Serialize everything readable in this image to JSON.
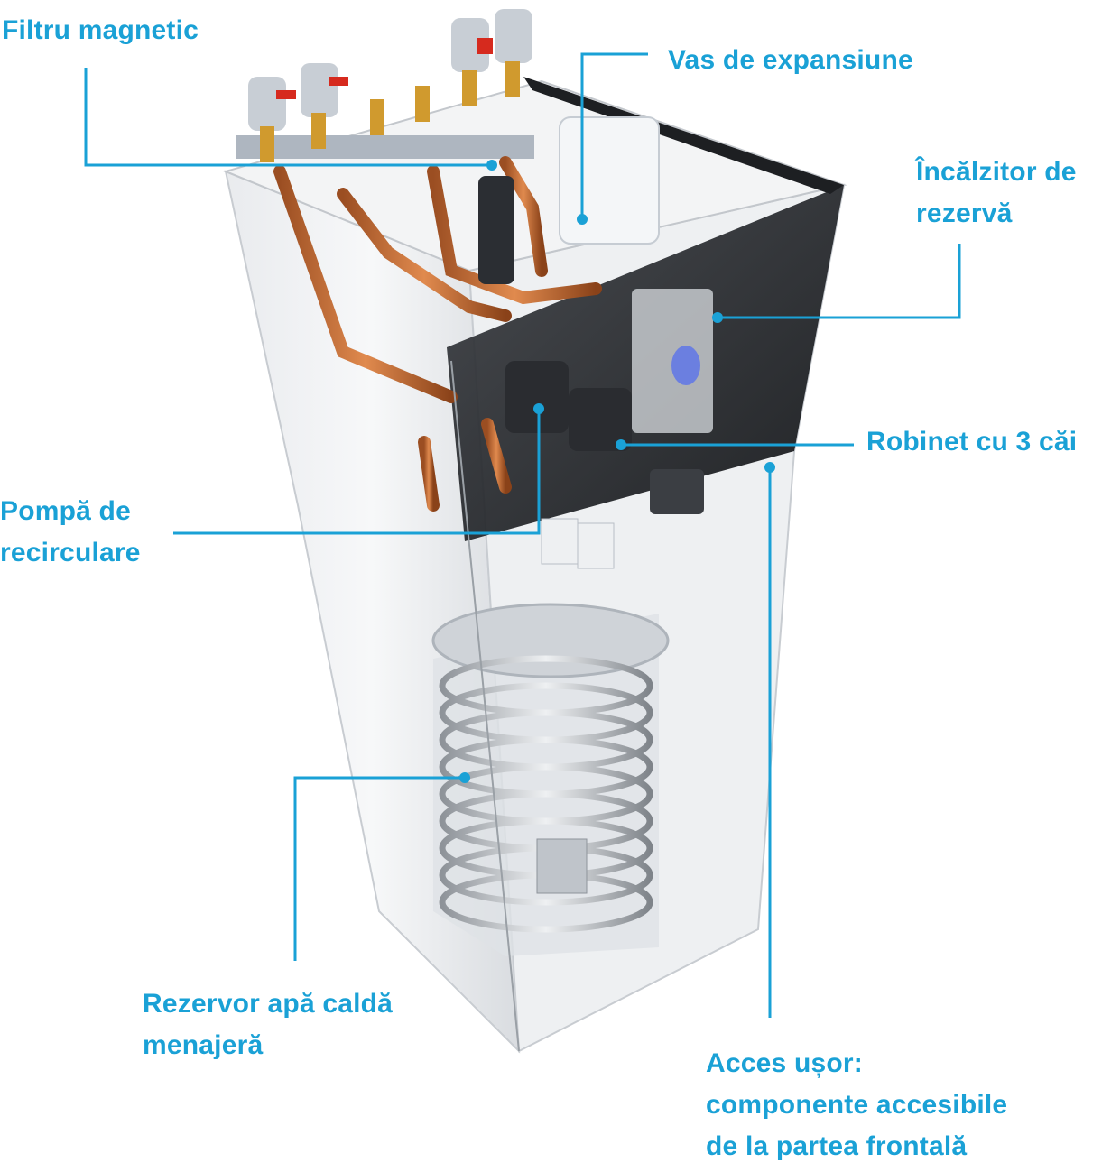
{
  "accent_color": "#1aa1d6",
  "callouts": {
    "magnetic_filter": {
      "line1": "Filtru magnetic"
    },
    "expansion_vessel": {
      "line1": "Vas de expansiune"
    },
    "backup_heater": {
      "line1": "Încălzitor de",
      "line2": "rezervă"
    },
    "three_way_valve": {
      "line1": "Robinet cu 3 căi"
    },
    "recirculation_pump": {
      "line1": "Pompă de",
      "line2": "recirculare"
    },
    "hot_water_tank": {
      "line1": "Rezervor apă caldă",
      "line2": "menajeră"
    },
    "easy_access": {
      "line1": "Acces ușor:",
      "line2": "componente accesibile",
      "line3": "de la partea frontală"
    }
  }
}
